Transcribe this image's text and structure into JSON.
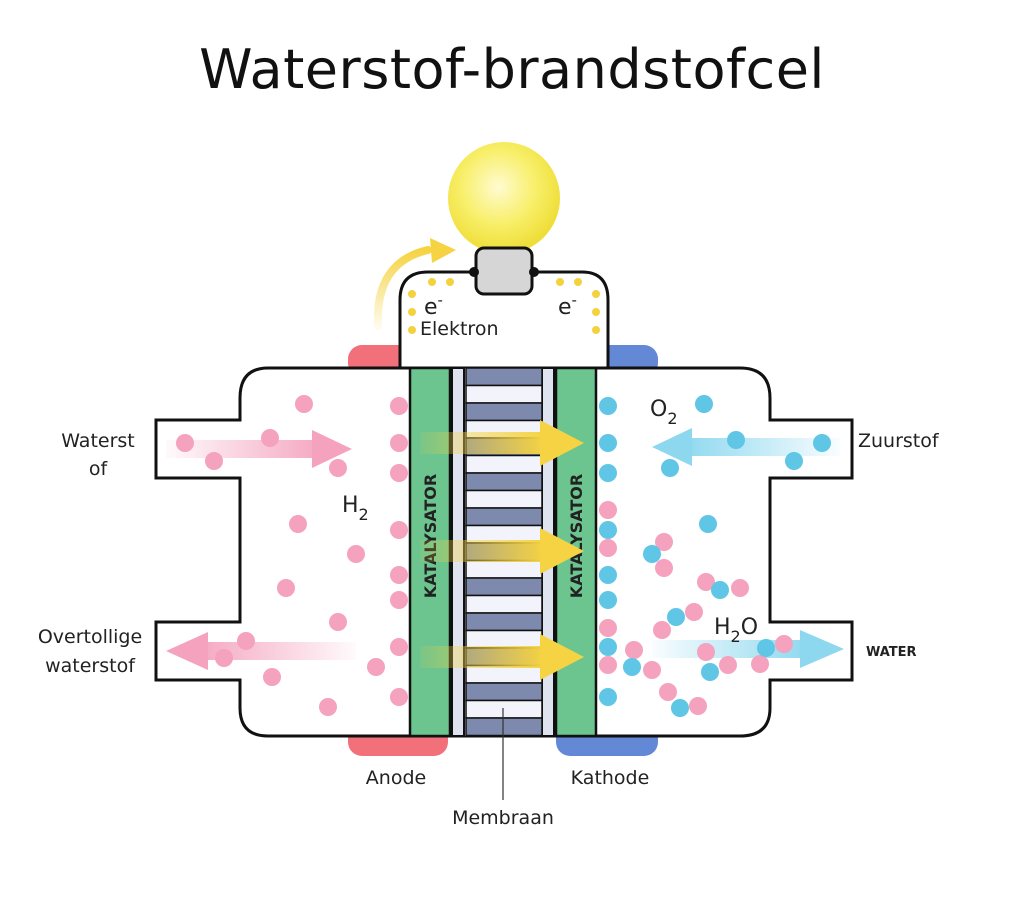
{
  "title": "Waterstof-brandstofcel",
  "labels": {
    "hydrogen_in": [
      "Waterst",
      "of"
    ],
    "oxygen_in": "Zuurstof",
    "excess_hydrogen": [
      "Overtollige",
      "waterstof"
    ],
    "water_out": "WATER",
    "anode": "Anode",
    "cathode": "Kathode",
    "membrane": "Membraan",
    "electron": "Elektron",
    "electron_symbol_base": "e",
    "electron_symbol_sup": "-",
    "catalyst": "KATALYSATOR",
    "h2_base": "H",
    "h2_sub": "2",
    "o2_base": "O",
    "o2_sub": "2",
    "h2o_base": "H",
    "h2o_sub": "2",
    "h2o_tail": "O"
  },
  "colors": {
    "hydrogen": "#f4a2bd",
    "oxygen": "#5fc6e6",
    "catalyst": "#6cc48f",
    "anode_cap": "#f2707a",
    "cathode_cap": "#6388d6",
    "membrane_dark": "#7d89ad",
    "membrane_light": "#f3f4fb",
    "electron_dot": "#f3d23e",
    "arrow_yellow": "#f5d342",
    "bulb": "#f6ea52"
  }
}
